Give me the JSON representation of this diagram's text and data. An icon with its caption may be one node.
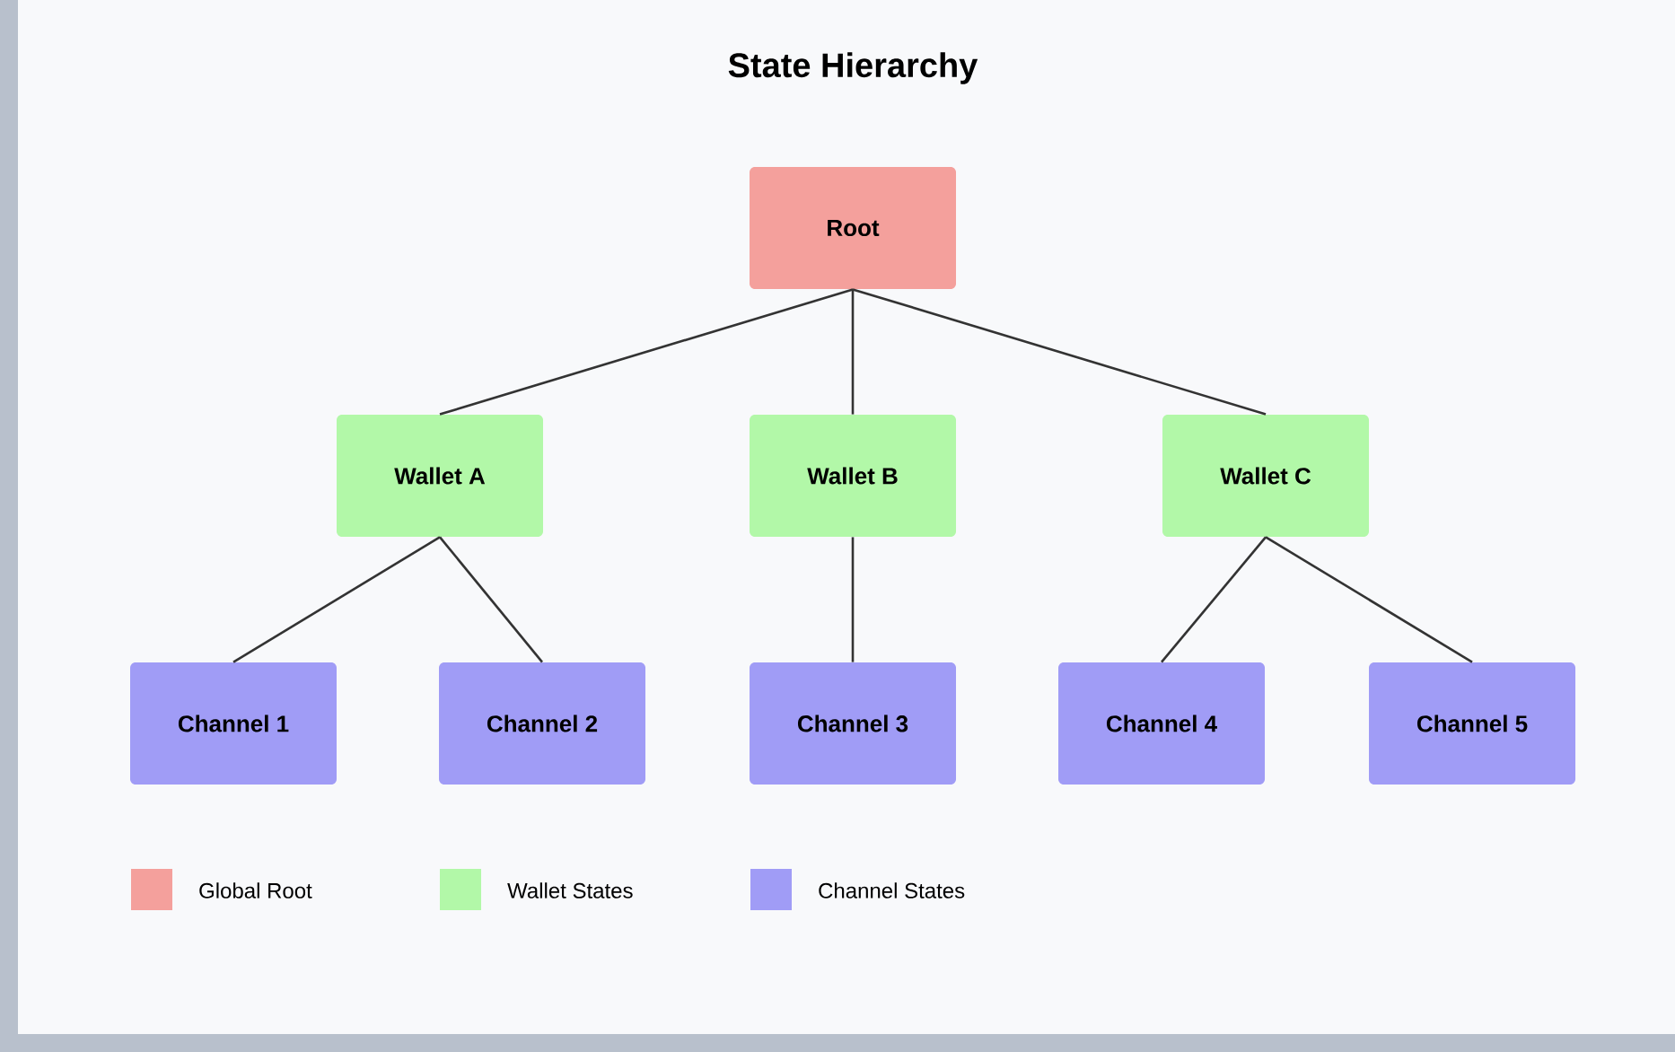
{
  "diagram": {
    "title": "State Hierarchy",
    "nodes": [
      {
        "text": [
          "Root"
        ]
      },
      {
        "text": [
          "Wallet A"
        ]
      },
      {
        "text": [
          "Wallet B"
        ]
      },
      {
        "text": [
          "Wallet C"
        ]
      },
      {
        "text": [
          "Channel 1"
        ]
      },
      {
        "text": [
          "Channel 2"
        ]
      },
      {
        "text": [
          "Channel 3"
        ]
      },
      {
        "text": [
          "Channel 4"
        ]
      },
      {
        "text": [
          "Channel 5"
        ]
      }
    ],
    "edges": [
      {
        "from": 0,
        "to": 1,
        "arrow": "none"
      },
      {
        "from": 0,
        "to": 2,
        "arrow": "none"
      },
      {
        "from": 0,
        "to": 3,
        "arrow": "none"
      },
      {
        "from": 1,
        "to": 4,
        "arrow": "none"
      },
      {
        "from": 1,
        "to": 5,
        "arrow": "none"
      },
      {
        "from": 2,
        "to": 6,
        "arrow": "none"
      },
      {
        "from": 3,
        "to": 7,
        "arrow": "none"
      },
      {
        "from": 3,
        "to": 8,
        "arrow": "none"
      }
    ],
    "legend": [
      {
        "text": "Global Root",
        "color": "#f4a09c"
      },
      {
        "text": "Wallet States",
        "color": "#b2f8a8"
      },
      {
        "text": "Channel States",
        "color": "#a09cf6"
      }
    ]
  }
}
